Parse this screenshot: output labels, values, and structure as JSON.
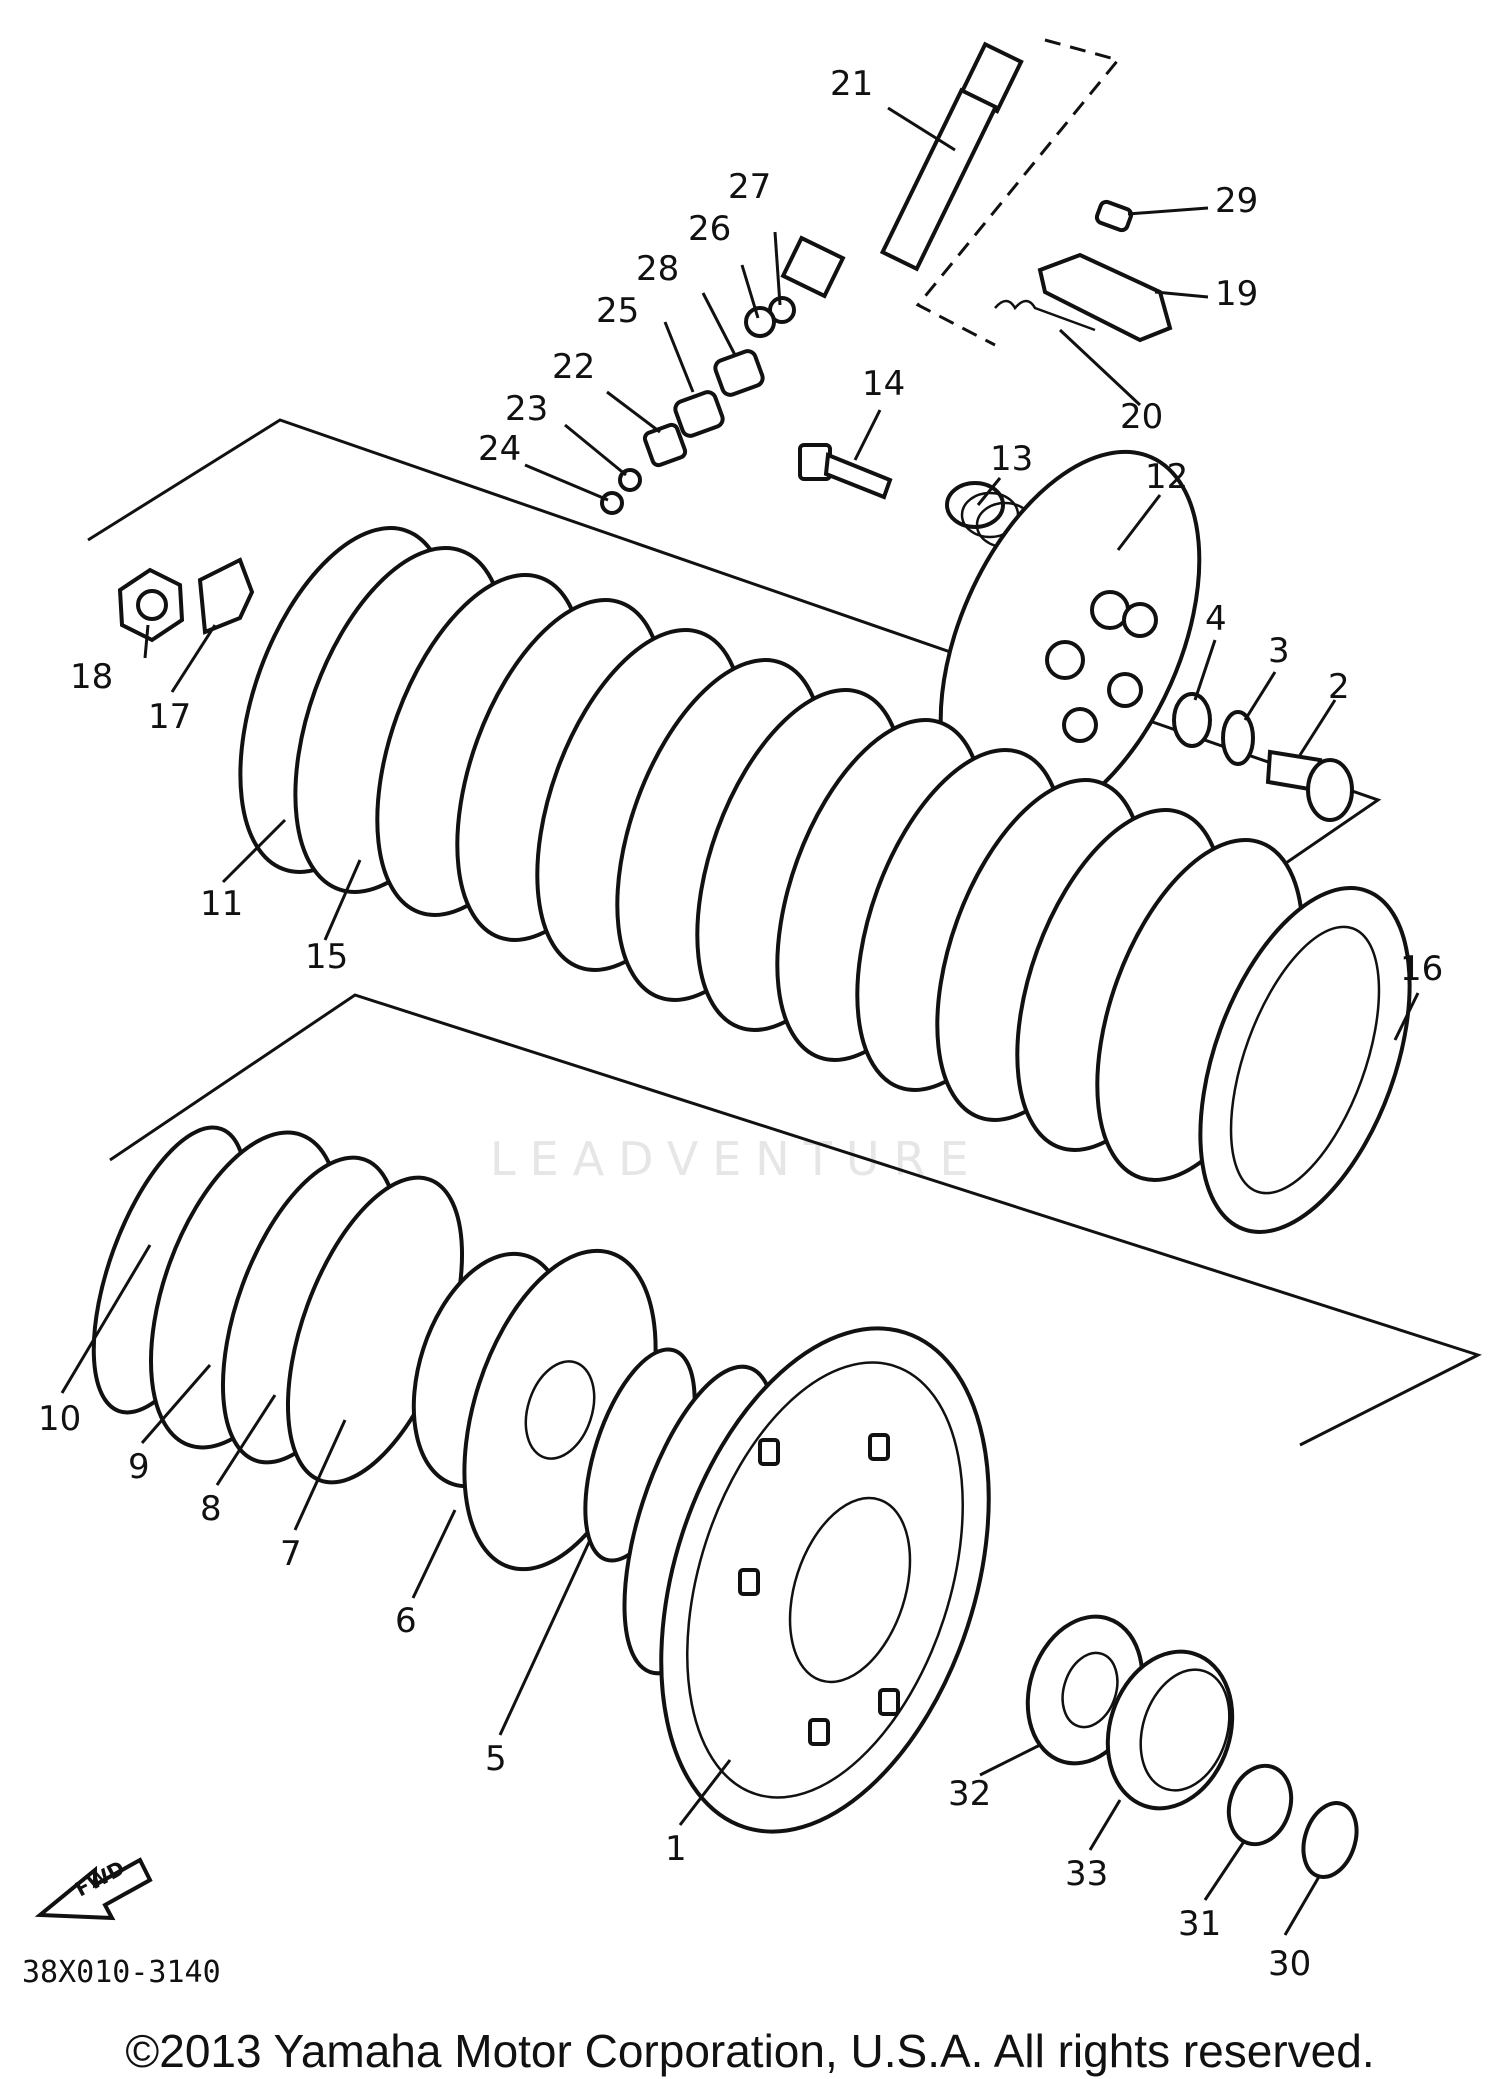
{
  "diagram": {
    "watermark": "LEADVENTURE",
    "code": "38X010-3140",
    "fwd_label": "FWD",
    "copyright": "©2013 Yamaha Motor Corporation, U.S.A. All rights reserved."
  },
  "callouts": {
    "c1": "1",
    "c2": "2",
    "c3": "3",
    "c4": "4",
    "c5": "5",
    "c6": "6",
    "c7": "7",
    "c8": "8",
    "c9": "9",
    "c10": "10",
    "c11": "11",
    "c12": "12",
    "c13": "13",
    "c14": "14",
    "c15": "15",
    "c16": "16",
    "c17": "17",
    "c18": "18",
    "c19": "19",
    "c20": "20",
    "c21": "21",
    "c22": "22",
    "c23": "23",
    "c24": "24",
    "c25": "25",
    "c26": "26",
    "c27": "27",
    "c28": "28",
    "c29": "29",
    "c30": "30",
    "c31": "31",
    "c32": "32",
    "c33": "33"
  }
}
